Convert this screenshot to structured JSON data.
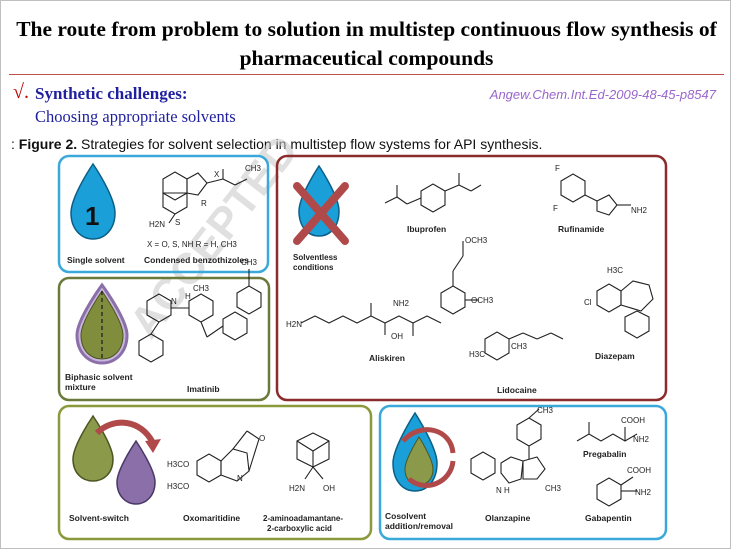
{
  "slide": {
    "title": "The route from problem to solution in multistep continuous flow synthesis of pharmaceutical compounds",
    "check_mark": "√.",
    "heading": "Synthetic challenges:",
    "subheading": "Choosing appropriate solvents",
    "reference": "Angew.Chem.Int.Ed-2009-48-45-p8547",
    "caption_prefix": ": ",
    "caption_label": "Figure 2.",
    "caption_text": " Strategies for solvent selection in multistep flow systems for API synthesis."
  },
  "figure": {
    "watermark": "ACCEPTED",
    "panels": {
      "single": {
        "strategy": "Single solvent",
        "drop_number": "1",
        "compound": "Condensed benzothizoles",
        "note": "X = O, S, NH    R = H, CH3"
      },
      "solventless": {
        "strategy": "Solventless conditions",
        "compounds": [
          "Ibuprofen",
          "Rufinamide",
          "Aliskiren",
          "Lidocaine",
          "Diazepam"
        ]
      },
      "biphasic": {
        "strategy": "Biphasic solvent mixture",
        "compound": "Imatinib"
      },
      "switch": {
        "strategy": "Solvent-switch",
        "compounds": [
          "Oxomaritidine",
          "2-aminoadamantane-2-carboxylic acid"
        ]
      },
      "cosolvent": {
        "strategy": "Cosolvent addition/removal",
        "compounds": [
          "Olanzapine",
          "Pregabalin",
          "Gabapentin"
        ]
      }
    },
    "colors": {
      "single_border": "#3aa9d9",
      "solventless_border": "#8b2b2b",
      "biphasic_border": "#6b7a3a",
      "switch_border": "#8a9a3a",
      "cosolvent_border": "#3aa9d9",
      "blue_drop": "#1b9fd8",
      "green_drop": "#8a9a4a",
      "purple_drop": "#8a6fa8",
      "cross": "#b04a4a"
    }
  }
}
